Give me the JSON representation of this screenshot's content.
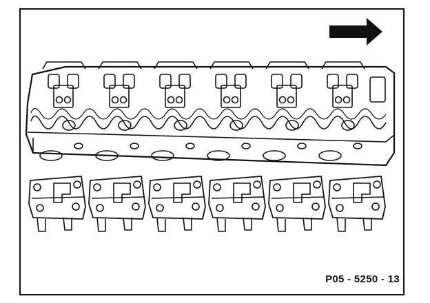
{
  "figure": {
    "caption": "P05 - 5250 - 13",
    "direction_icon": "arrow-right-icon",
    "ink_color": "#111111",
    "background_color": "#ffffff"
  },
  "cylinder_head": {
    "cylinder_count": 6
  },
  "bearing_brackets": {
    "count": 6
  }
}
